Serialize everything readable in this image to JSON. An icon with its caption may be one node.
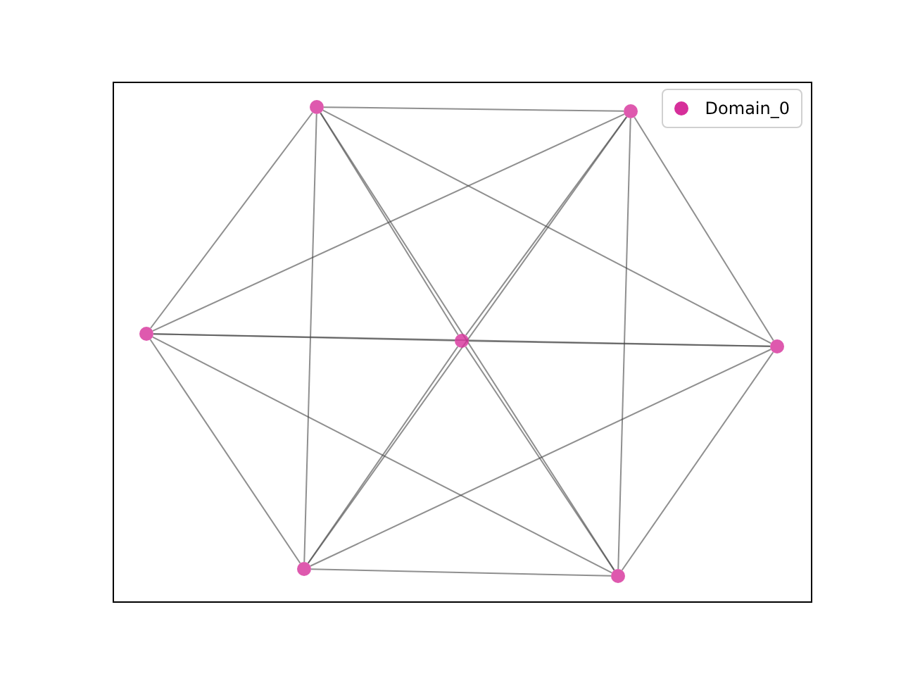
{
  "diagram": {
    "nodes": [
      {
        "text": [],
        "shape": "circle"
      },
      {
        "text": [],
        "shape": "circle"
      },
      {
        "text": [],
        "shape": "circle"
      },
      {
        "text": [],
        "shape": "circle"
      },
      {
        "text": [],
        "shape": "circle"
      },
      {
        "text": [],
        "shape": "circle"
      },
      {
        "text": [],
        "shape": "circle"
      }
    ],
    "edges": [
      {
        "from": 0,
        "to": 1,
        "arrow": "none"
      },
      {
        "from": 0,
        "to": 2,
        "arrow": "none"
      },
      {
        "from": 0,
        "to": 3,
        "arrow": "none"
      },
      {
        "from": 0,
        "to": 4,
        "arrow": "none"
      },
      {
        "from": 0,
        "to": 5,
        "arrow": "none"
      },
      {
        "from": 0,
        "to": 6,
        "arrow": "none"
      },
      {
        "from": 1,
        "to": 2,
        "arrow": "none"
      },
      {
        "from": 1,
        "to": 3,
        "arrow": "none"
      },
      {
        "from": 1,
        "to": 4,
        "arrow": "none"
      },
      {
        "from": 1,
        "to": 5,
        "arrow": "none"
      },
      {
        "from": 1,
        "to": 6,
        "arrow": "none"
      },
      {
        "from": 2,
        "to": 3,
        "arrow": "none"
      },
      {
        "from": 2,
        "to": 4,
        "arrow": "none"
      },
      {
        "from": 2,
        "to": 5,
        "arrow": "none"
      },
      {
        "from": 2,
        "to": 6,
        "arrow": "none"
      },
      {
        "from": 3,
        "to": 4,
        "arrow": "none"
      },
      {
        "from": 3,
        "to": 5,
        "arrow": "none"
      },
      {
        "from": 3,
        "to": 6,
        "arrow": "none"
      },
      {
        "from": 4,
        "to": 5,
        "arrow": "none"
      },
      {
        "from": 4,
        "to": 6,
        "arrow": "none"
      },
      {
        "from": 5,
        "to": 6,
        "arrow": "none"
      }
    ],
    "legend": [
      {
        "text": "Domain_0",
        "color": "#d62f9a"
      }
    ]
  }
}
